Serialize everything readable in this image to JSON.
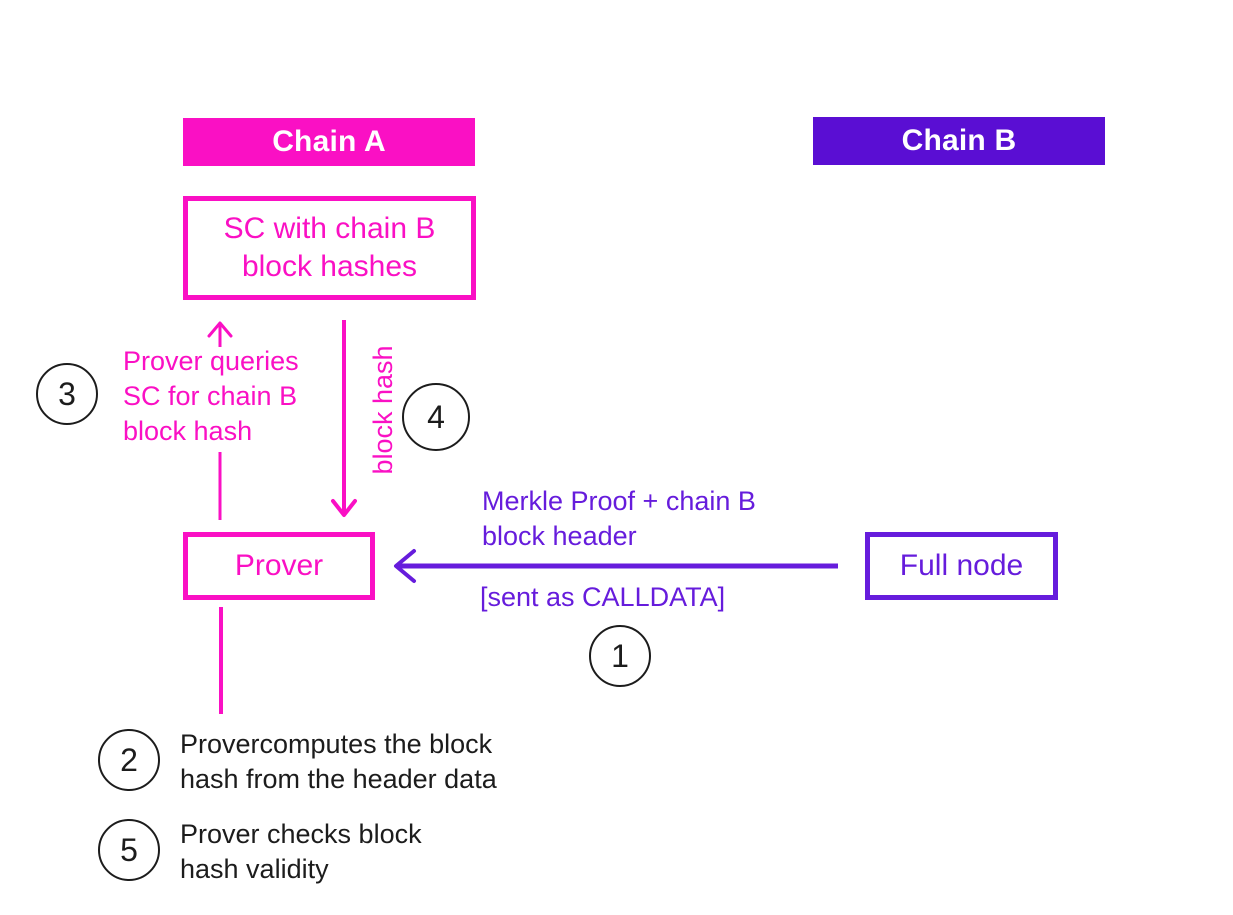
{
  "colors": {
    "pink": "#fa10c4",
    "purple": "#661cdc",
    "purple_header": "#5a0ed3",
    "ink": "#1c1c1c"
  },
  "chain_a": {
    "title": "Chain A"
  },
  "chain_b": {
    "title": "Chain B"
  },
  "boxes": {
    "sc": {
      "lines": [
        "SC with chain B",
        "block hashes"
      ]
    },
    "prover": {
      "label": "Prover"
    },
    "full_node": {
      "label": "Full node"
    }
  },
  "annotations": {
    "step1": {
      "number": "1",
      "merkle_lines": [
        "Merkle Proof + chain B",
        "block header"
      ],
      "calldata": "[sent as CALLDATA]"
    },
    "step2": {
      "number": "2",
      "lines": [
        "Provercomputes the block",
        "hash from the header data"
      ]
    },
    "step3": {
      "number": "3",
      "lines": [
        "Prover queries",
        "SC for chain B",
        "block hash"
      ]
    },
    "step4": {
      "number": "4",
      "label": "block hash"
    },
    "step5": {
      "number": "5",
      "lines": [
        "Prover checks block",
        "hash validity"
      ]
    }
  }
}
